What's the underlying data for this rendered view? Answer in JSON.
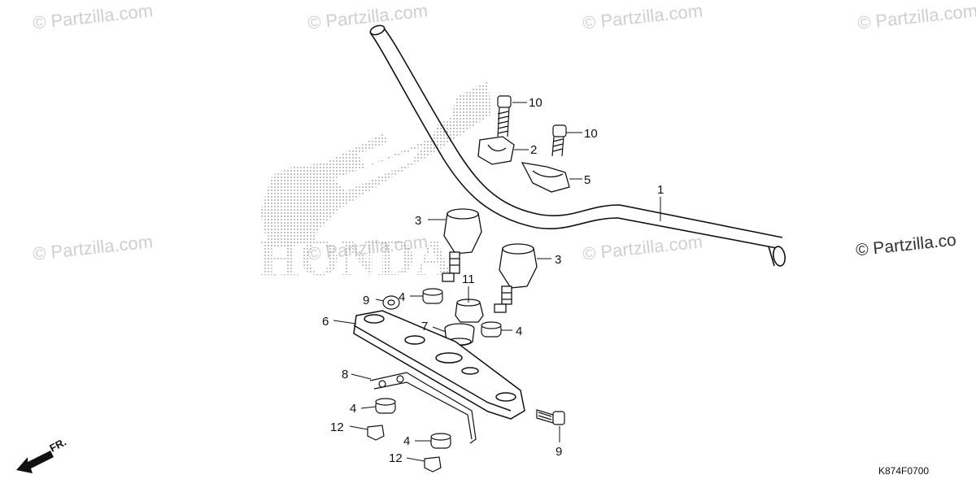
{
  "watermarks": [
    "© Partzilla.com",
    "© Partzilla.com",
    "© Partzilla.com",
    "© Partzilla.com",
    "© Partzilla.com",
    "© Partzilla.com",
    "© Partzilla.com"
  ],
  "watermark_edge": "© Partzilla.co",
  "brand_logo_text": "HONDA",
  "direction_label": "FR.",
  "diagram_code": "K874F0700",
  "callouts": {
    "handlebar": "1",
    "upper_holder_a": "2",
    "lower_holder_left": "3",
    "lower_holder_right": "3",
    "rubber_left_top": "4",
    "rubber_right": "4",
    "rubber_bottom_left": "4",
    "rubber_bottom_mid": "4",
    "upper_holder_b": "5",
    "top_bridge": "6",
    "collar": "7",
    "stay": "8",
    "washer_nut": "9",
    "bolt_bottom": "9",
    "bolt_top_left": "10",
    "bolt_top_right": "10",
    "nut": "11",
    "cap_nut_upper": "12",
    "cap_nut_lower": "12"
  },
  "colors": {
    "line": "#111111",
    "watermark": "#cfcfcf",
    "logo_dots": "#9a9a9a"
  }
}
